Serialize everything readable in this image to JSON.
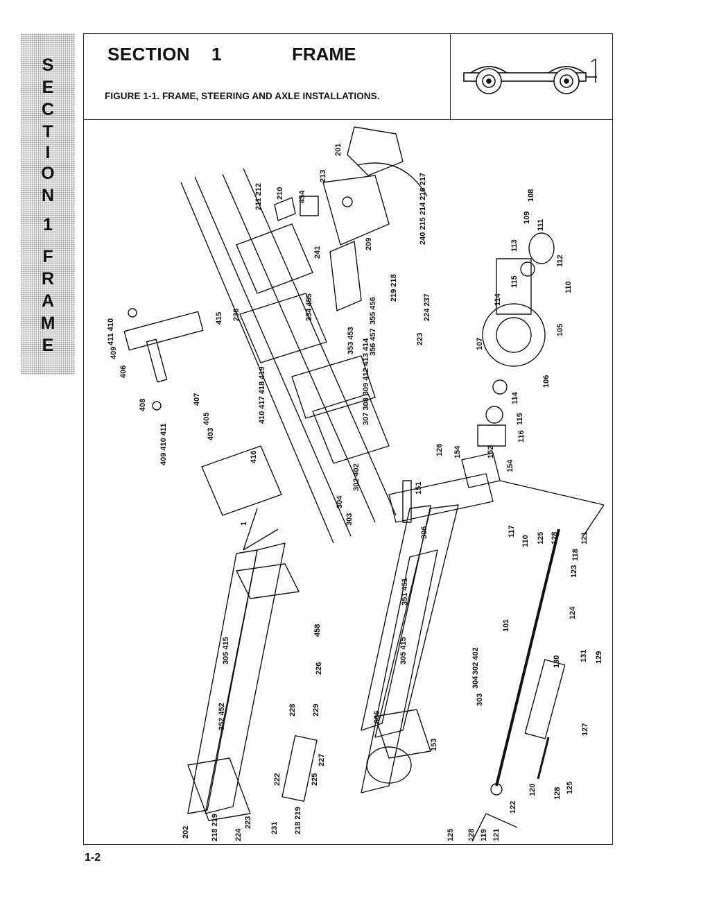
{
  "side_tab": {
    "letters": [
      "S",
      "E",
      "C",
      "T",
      "I",
      "O",
      "N",
      "1",
      "F",
      "R",
      "A",
      "M",
      "E"
    ]
  },
  "header": {
    "section_label": "SECTION",
    "section_number": "1",
    "section_name": "FRAME",
    "figure_caption": "FIGURE 1-1. FRAME, STEERING AND AXLE INSTALLATIONS."
  },
  "icons": {
    "trailer": "trailer-outline-icon"
  },
  "page_number": "1-2",
  "part_labels": [
    "211 212",
    "210",
    "454",
    "213",
    "201",
    "240 215 214 216 217",
    "241",
    "209",
    "108",
    "109",
    "111",
    "113",
    "112",
    "110",
    "115",
    "114",
    "354 455",
    "238",
    "355 456",
    "219 218",
    "224 237",
    "353 453",
    "356 457",
    "223",
    "415",
    "411 410",
    "409",
    "406",
    "107",
    "105",
    "106",
    "307 308 309 412 413 414",
    "410 417 418 419",
    "407",
    "405",
    "403",
    "408",
    "409 410 411",
    "416",
    "114",
    "115",
    "116",
    "126",
    "154",
    "152",
    "154",
    "302 402",
    "151",
    "304",
    "303",
    "306",
    "117",
    "110",
    "125",
    "128",
    "118",
    "121",
    "123",
    "1",
    "458",
    "351 451",
    "101",
    "124",
    "305 415",
    "226",
    "305 415",
    "302 402",
    "304",
    "303",
    "130",
    "131",
    "129",
    "352 452",
    "228",
    "229",
    "306",
    "127",
    "227",
    "153",
    "222",
    "225",
    "120",
    "128",
    "125",
    "202",
    "231",
    "218 219",
    "223",
    "224",
    "218 219",
    "122",
    "125",
    "128",
    "119",
    "121"
  ]
}
